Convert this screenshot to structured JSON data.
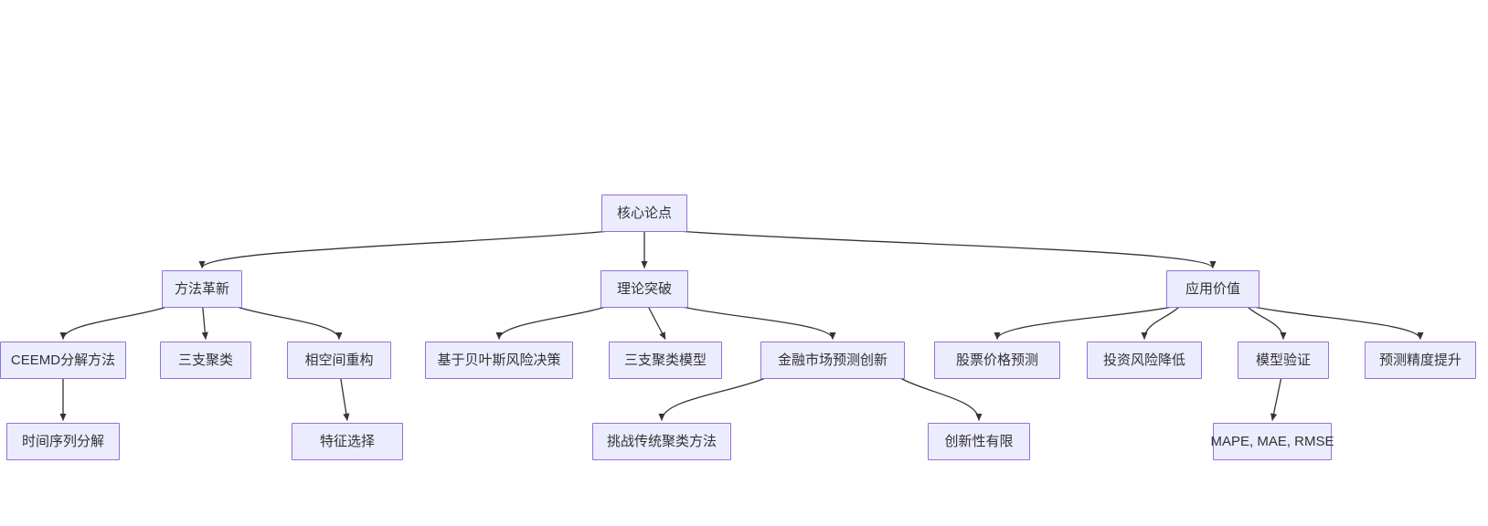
{
  "diagram": {
    "type": "flowchart",
    "direction": "top-down",
    "colors": {
      "background": "#ffffff",
      "node_fill": "#ECECFF",
      "node_border": "#9370DB",
      "node_text": "#333333",
      "edge": "#333333"
    },
    "nodes": [
      {
        "id": "core",
        "label": "核心论点"
      },
      {
        "id": "method",
        "label": "方法革新"
      },
      {
        "id": "theory",
        "label": "理论突破"
      },
      {
        "id": "app",
        "label": "应用价值"
      },
      {
        "id": "ceemd",
        "label": "CEEMD分解方法"
      },
      {
        "id": "three",
        "label": "三支聚类"
      },
      {
        "id": "phase",
        "label": "相空间重构"
      },
      {
        "id": "bayes",
        "label": "基于贝叶斯风险决策"
      },
      {
        "id": "tclust",
        "label": "三支聚类模型"
      },
      {
        "id": "fin",
        "label": "金融市场预测创新"
      },
      {
        "id": "stock",
        "label": "股票价格预测"
      },
      {
        "id": "risk",
        "label": "投资风险降低"
      },
      {
        "id": "model",
        "label": "模型验证"
      },
      {
        "id": "precision",
        "label": "预测精度提升"
      },
      {
        "id": "ts",
        "label": "时间序列分解"
      },
      {
        "id": "feat",
        "label": "特征选择"
      },
      {
        "id": "challenge",
        "label": "挑战传统聚类方法"
      },
      {
        "id": "limited",
        "label": "创新性有限"
      },
      {
        "id": "mape",
        "label": "MAPE, MAE, RMSE"
      }
    ],
    "edges": [
      {
        "from": "core",
        "to": "method"
      },
      {
        "from": "core",
        "to": "theory"
      },
      {
        "from": "core",
        "to": "app"
      },
      {
        "from": "method",
        "to": "ceemd"
      },
      {
        "from": "method",
        "to": "three"
      },
      {
        "from": "method",
        "to": "phase"
      },
      {
        "from": "ceemd",
        "to": "ts"
      },
      {
        "from": "phase",
        "to": "feat"
      },
      {
        "from": "theory",
        "to": "bayes"
      },
      {
        "from": "theory",
        "to": "tclust"
      },
      {
        "from": "theory",
        "to": "fin"
      },
      {
        "from": "fin",
        "to": "challenge"
      },
      {
        "from": "fin",
        "to": "limited"
      },
      {
        "from": "app",
        "to": "stock"
      },
      {
        "from": "app",
        "to": "risk"
      },
      {
        "from": "app",
        "to": "model"
      },
      {
        "from": "app",
        "to": "precision"
      },
      {
        "from": "model",
        "to": "mape"
      }
    ]
  }
}
